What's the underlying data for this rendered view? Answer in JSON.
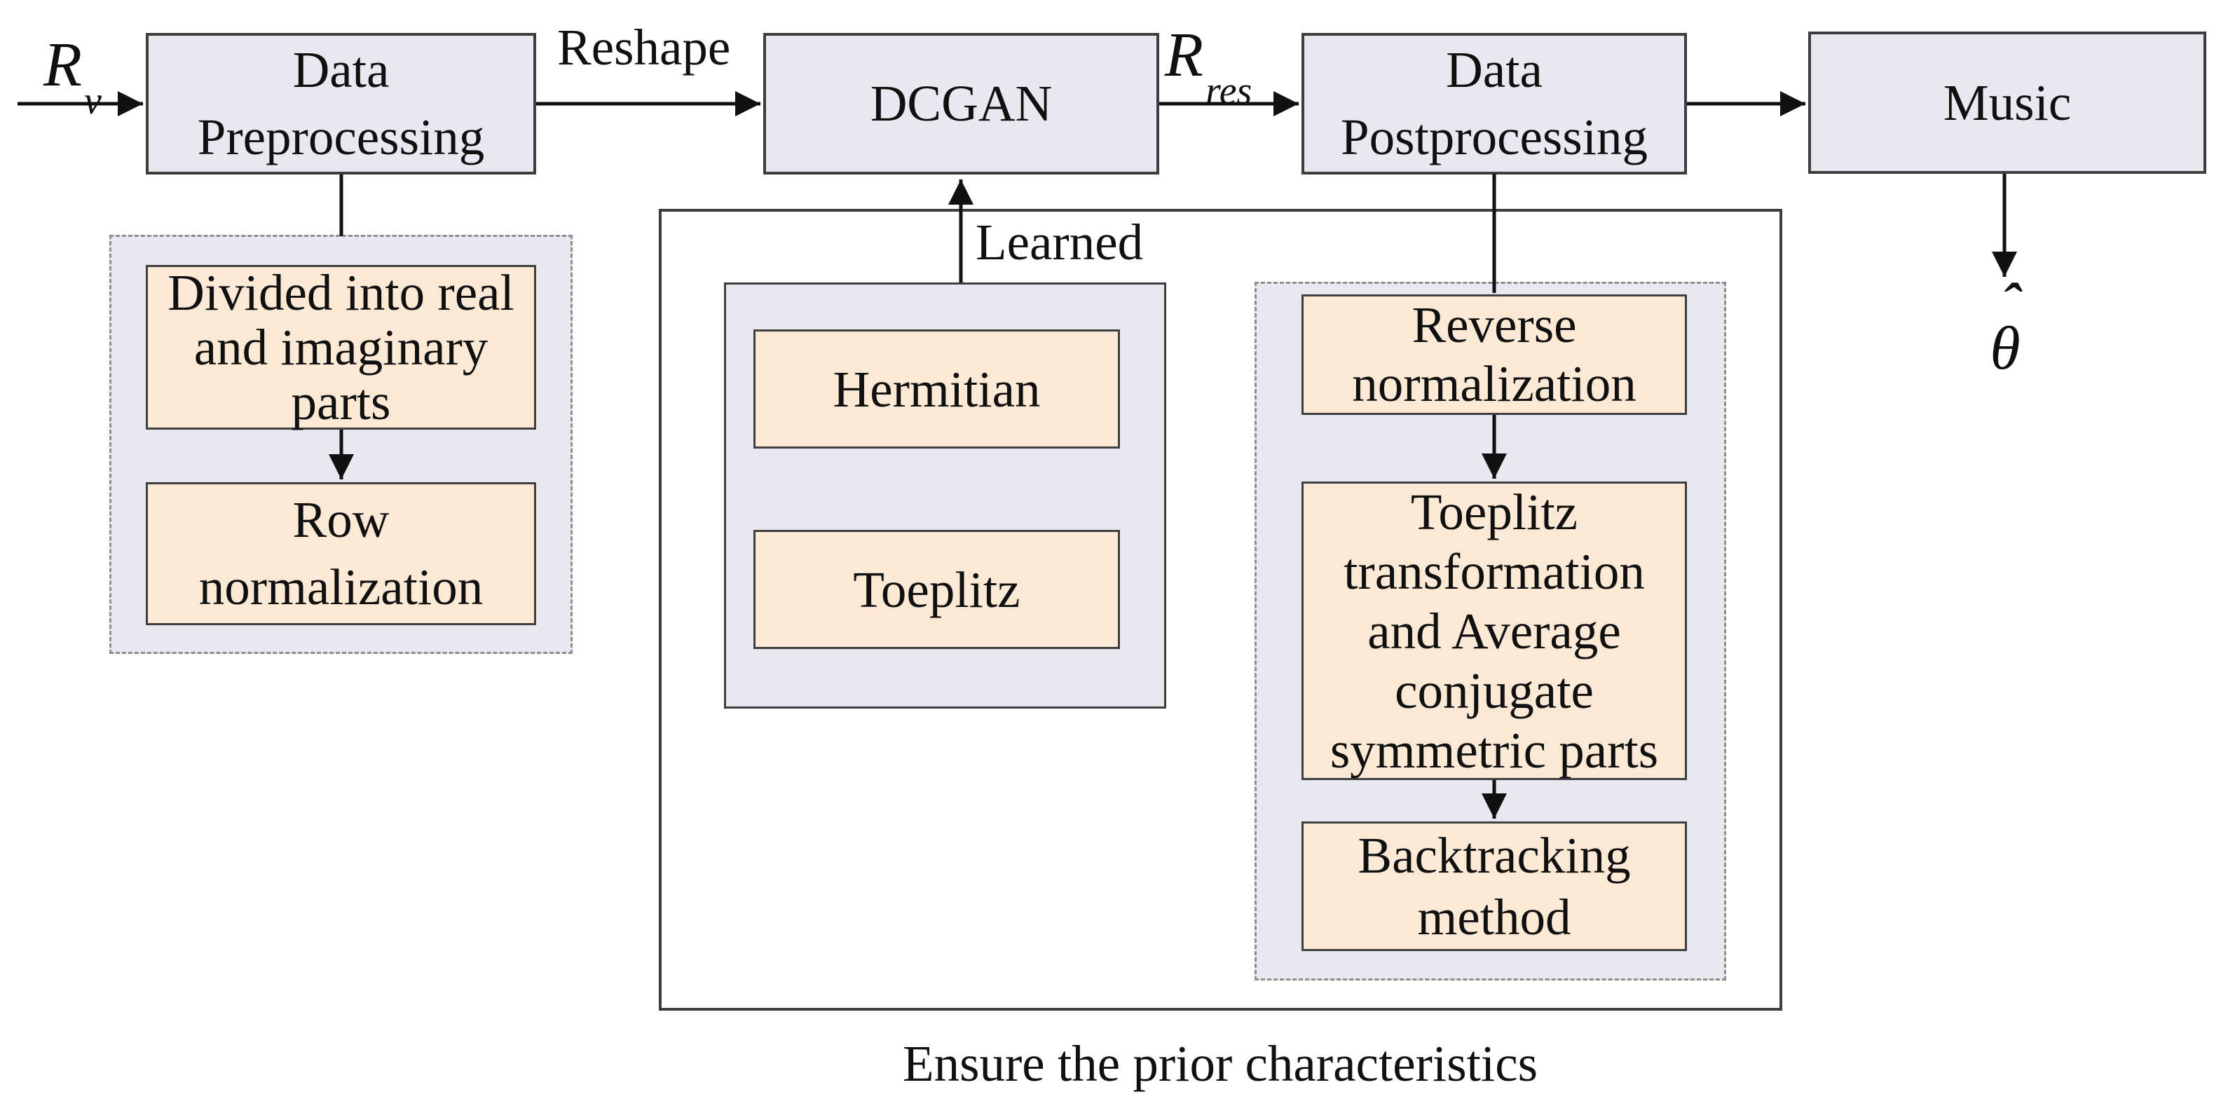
{
  "colors": {
    "lavender": "#e9e7f0",
    "peach": "#fbe9d6",
    "line": "#111111",
    "box_border": "#3d3d3d",
    "dash_border": "#8e8e8e"
  },
  "nodes": {
    "preprocessing": "Data Preprocessing",
    "dcgan": "DCGAN",
    "postprocessing": "Data Postprocessing",
    "music": "Music"
  },
  "edge_labels": {
    "input": {
      "base": "R",
      "sub": "v"
    },
    "reshape": "Reshape",
    "result": {
      "base": "R",
      "sub": "res"
    },
    "learned": "Learned",
    "output": {
      "base": "θ",
      "hat": "ˆ"
    }
  },
  "preprocessing_steps": {
    "divided": "Divided into real and imaginary parts",
    "row_normalization": "Row normalization"
  },
  "prior_constraints": {
    "hermitian": "Hermitian",
    "toeplitz": "Toeplitz"
  },
  "postprocessing_steps": {
    "reverse_normalization": "Reverse normalization",
    "toeplitz_transformation": "Toeplitz transformation and Average conjugate symmetric parts",
    "backtracking": "Backtracking method"
  },
  "caption": "Ensure the prior characteristics"
}
